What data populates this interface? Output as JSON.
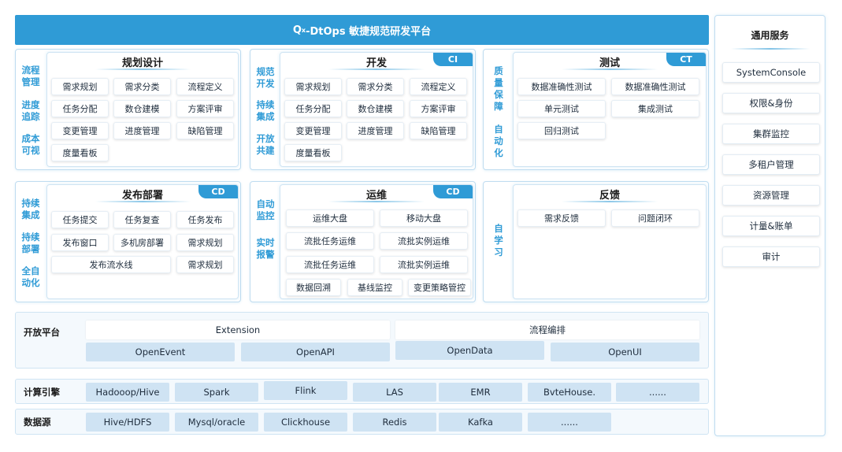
{
  "banner": {
    "prefix": "Q",
    "sup": "x",
    "rest": "-DtOps 敏捷规范研发平台"
  },
  "planning": {
    "side": [
      "流程管理",
      "进度追踪",
      "成本可视"
    ],
    "title": "规划设计",
    "items": [
      "需求规划",
      "需求分类",
      "流程定义",
      "任务分配",
      "数仓建模",
      "方案评审",
      "变更管理",
      "进度管理",
      "缺陷管理",
      "度量看板"
    ]
  },
  "develop": {
    "side": [
      "规范开发",
      "持续集成",
      "开放共建"
    ],
    "title": "开发",
    "badge": "CI",
    "items": [
      "需求规划",
      "需求分类",
      "流程定义",
      "任务分配",
      "数仓建模",
      "方案评审",
      "变更管理",
      "进度管理",
      "缺陷管理",
      "度量看板"
    ]
  },
  "testing": {
    "side": [
      "质量保障",
      "自动化"
    ],
    "title": "测试",
    "badge": "CT",
    "items": [
      "数据准确性测试",
      "数据准确性测试",
      "单元测试",
      "集成测试",
      "回归测试"
    ]
  },
  "release": {
    "side": [
      "持续集成",
      "持续部署",
      "全自动化"
    ],
    "title": "发布部署",
    "badge": "CD",
    "items": [
      "任务提交",
      "任务复查",
      "任务发布",
      "发布窗口",
      "多机房部署",
      "需求规划",
      "发布流水线",
      "需求规划"
    ]
  },
  "ops": {
    "side": [
      "自动监控",
      "实时报警"
    ],
    "title": "运维",
    "badge": "CD",
    "items": [
      "运维大盘",
      "移动大盘",
      "流批任务运维",
      "流批实例运维",
      "流批任务运维",
      "流批实例运维",
      "数据回溯",
      "基线监控",
      "变更策略管控"
    ]
  },
  "feedback": {
    "side": [
      "自学习"
    ],
    "title": "反馈",
    "items": [
      "需求反馈",
      "问题闭环"
    ]
  },
  "open_platform": {
    "label": "开放平台",
    "top": [
      "Extension",
      "流程编排"
    ],
    "bottom": [
      "OpenEvent",
      "OpenAPI",
      "OpenData",
      "OpenUI"
    ]
  },
  "compute": {
    "label": "计算引擎",
    "items": [
      "Hadooop/Hive",
      "Spark",
      "Flink",
      "LAS",
      "EMR",
      "BvteHouse.",
      "......"
    ]
  },
  "datasource": {
    "label": "数据源",
    "items": [
      "Hive/HDFS",
      "Mysql/oracle",
      "Clickhouse",
      "Redis",
      "Kafka",
      "......"
    ]
  },
  "services": {
    "title": "通用服务",
    "items": [
      "SystemConsole",
      "权限&身份",
      "集群监控",
      "多租户管理",
      "资源管理",
      "计量&账单",
      "审计"
    ]
  },
  "colors": {
    "accent": "#2f9bd6",
    "cell_blue": "#cfe3f3",
    "row_bg": "#f4f9fd"
  }
}
